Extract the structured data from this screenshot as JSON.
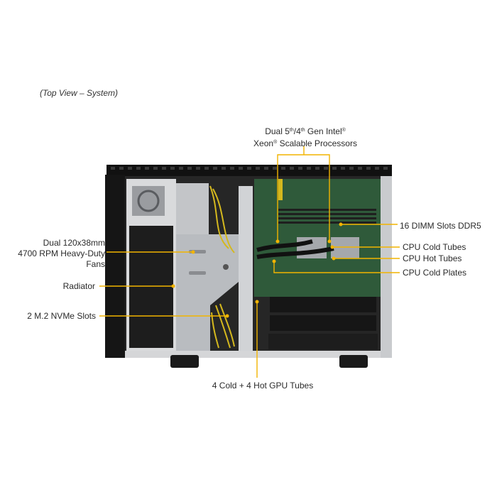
{
  "caption": "(Top View – System)",
  "labels": {
    "processors_line1_a": "Dual 5",
    "processors_sup1": "th",
    "processors_line1_b": "/4",
    "processors_sup2": "th",
    "processors_line1_c": " Gen Intel",
    "processors_reg1": "®",
    "processors_line2_a": "Xeon",
    "processors_reg2": "®",
    "processors_line2_b": " Scalable Processors",
    "fans_line1": "Dual 120x38mm",
    "fans_line2": "4700 RPM Heavy-Duty",
    "fans_line3": "Fans",
    "radiator": "Radiator",
    "m2": "2 M.2 NVMe Slots",
    "dimm": "16 DIMM Slots DDR5",
    "cpu_cold_tubes": "CPU Cold Tubes",
    "cpu_hot_tubes": "CPU Hot Tubes",
    "cpu_cold_plates": "CPU Cold Plates",
    "gpu_tubes": "4 Cold + 4 Hot GPU Tubes"
  },
  "colors": {
    "callout": "#f2b400",
    "chassis": "#1b1b1b",
    "board": "#2f5a3a",
    "bracket": "#b9bcc0"
  }
}
